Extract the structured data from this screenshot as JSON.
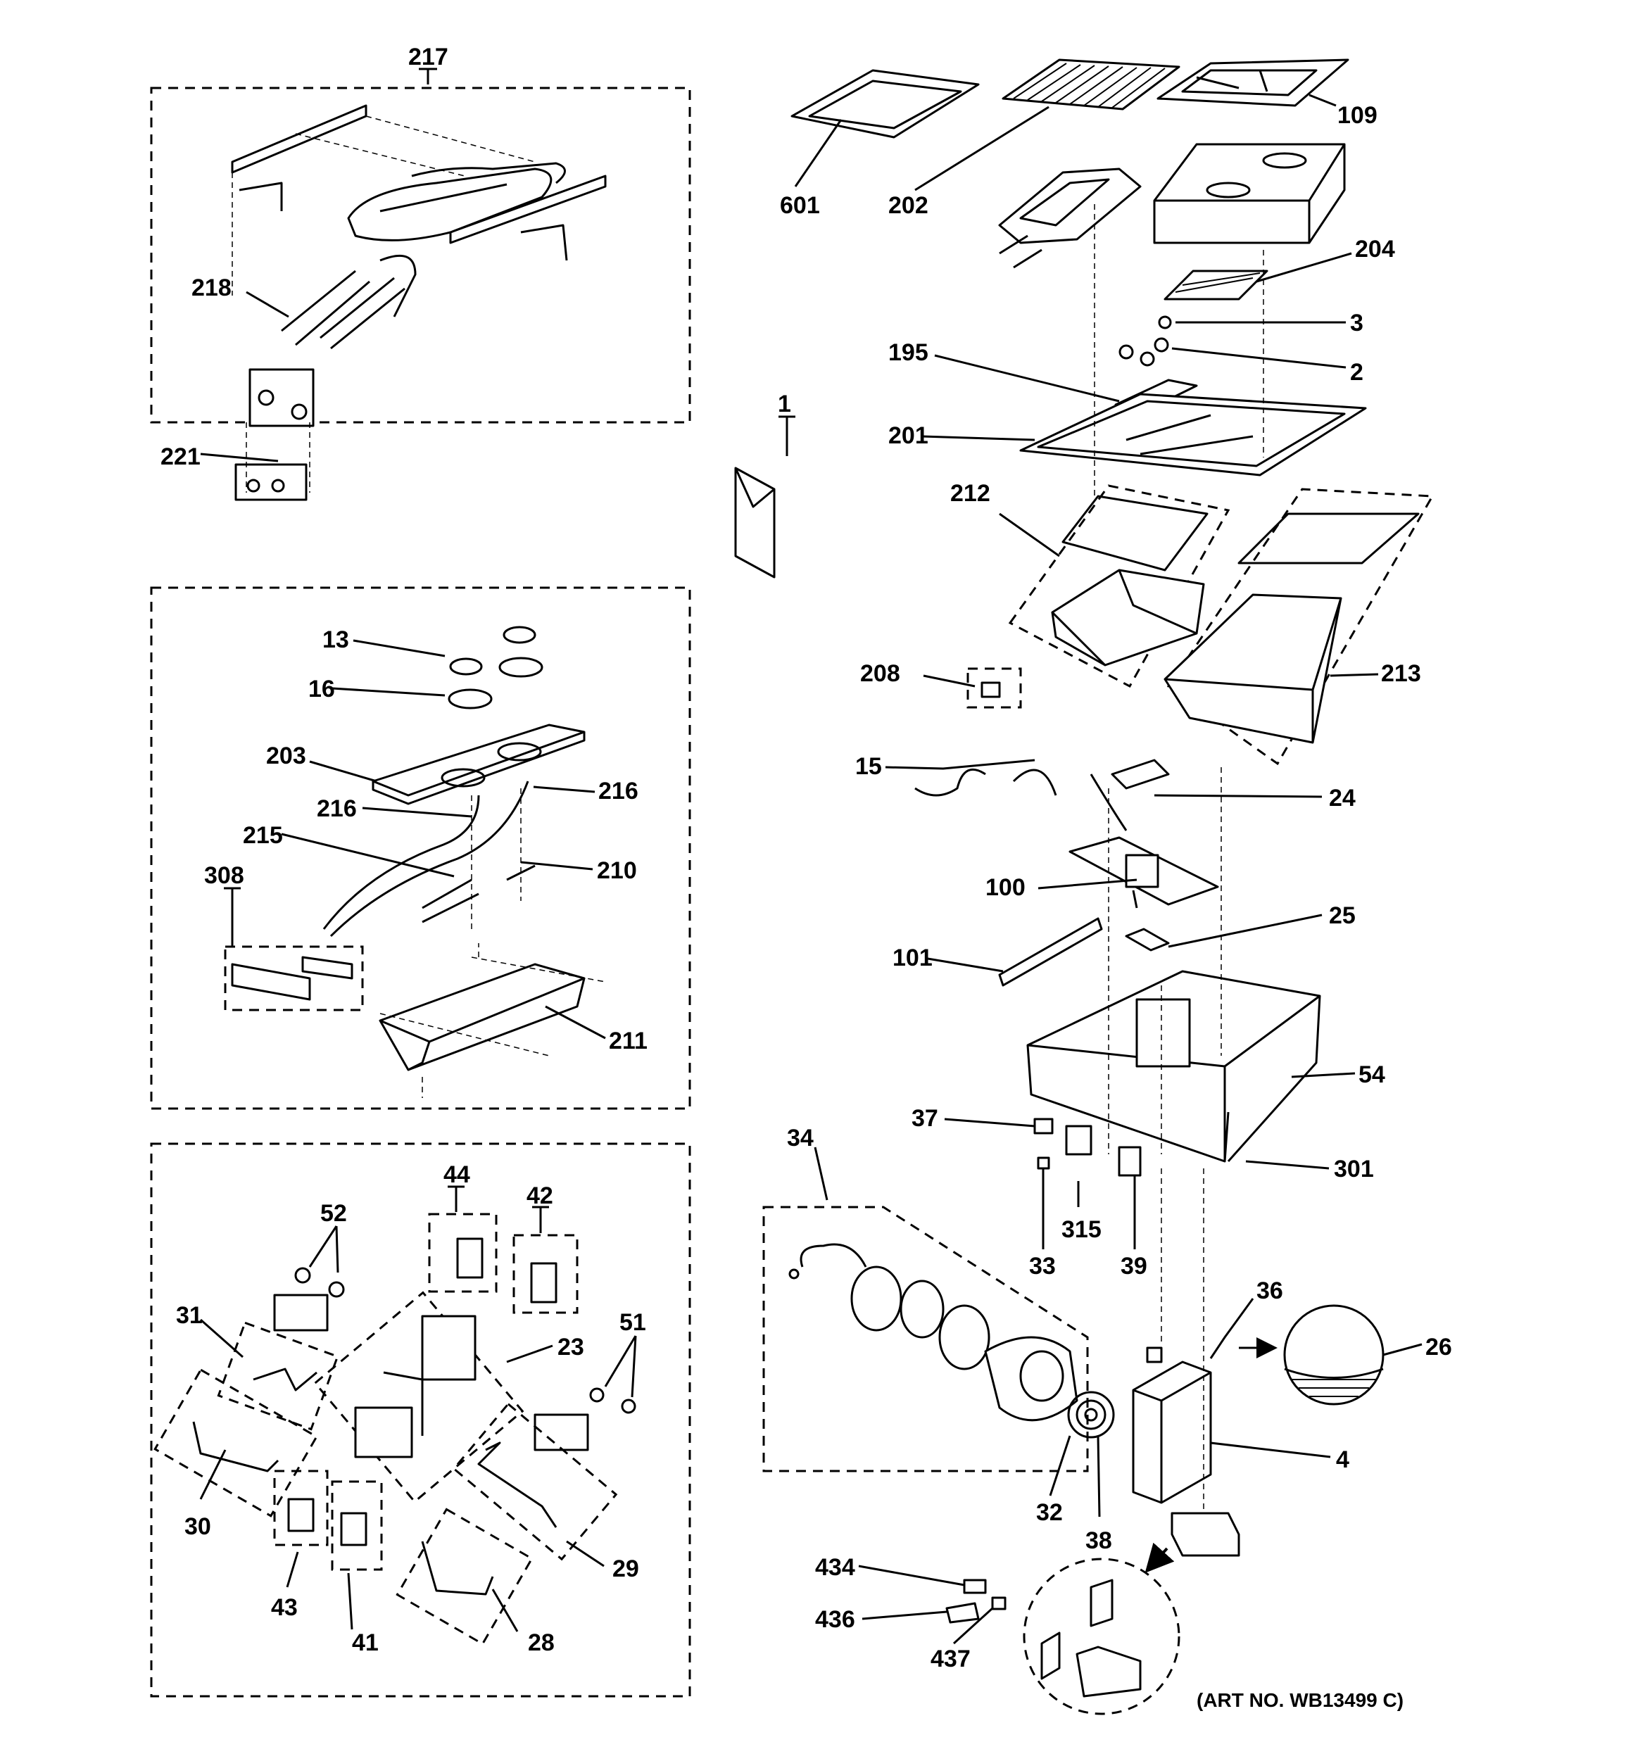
{
  "labels": {
    "l217": "217",
    "l218": "218",
    "l221": "221",
    "l13": "13",
    "l16": "16",
    "l203": "203",
    "l216a": "216",
    "l216b": "216",
    "l215": "215",
    "l210": "210",
    "l308": "308",
    "l211": "211",
    "l44": "44",
    "l42": "42",
    "l52": "52",
    "l31": "31",
    "l23": "23",
    "l51": "51",
    "l30": "30",
    "l43": "43",
    "l41": "41",
    "l28": "28",
    "l29": "29",
    "l601": "601",
    "l202": "202",
    "l109": "109",
    "l204": "204",
    "l3": "3",
    "l2": "2",
    "l195": "195",
    "l1": "1",
    "l201": "201",
    "l212": "212",
    "l208": "208",
    "l213": "213",
    "l15": "15",
    "l24": "24",
    "l100": "100",
    "l25": "25",
    "l101": "101",
    "l54": "54",
    "l37": "37",
    "l301": "301",
    "l34": "34",
    "l315": "315",
    "l33": "33",
    "l39": "39",
    "l36": "36",
    "l26": "26",
    "l4": "4",
    "l32": "32",
    "l38": "38",
    "l434": "434",
    "l436": "436",
    "l437": "437"
  },
  "art_number": "(ART NO. WB13499 C)"
}
